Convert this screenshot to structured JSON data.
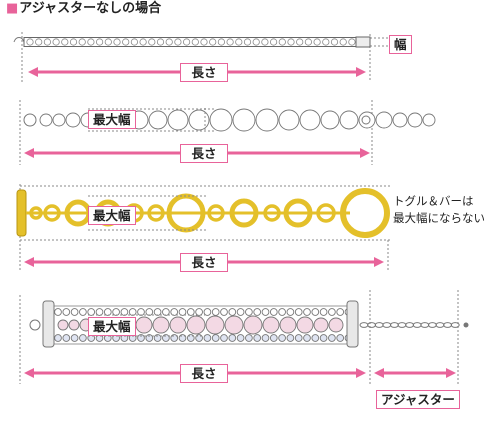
{
  "title": "アジャスターなしの場合",
  "title_marker": "■",
  "labels": {
    "width": "幅",
    "length": "長さ",
    "max_width": "最大幅",
    "adjuster": "アジャスター"
  },
  "note": {
    "line1": "トグル＆バーは",
    "line2": "最大幅にならない"
  },
  "colors": {
    "pink": "#e8639a",
    "gold": "#e4c02a",
    "gray_line": "#888888",
    "pearl": "#f3d9e4",
    "bead_blue": "#dfe4f2"
  }
}
